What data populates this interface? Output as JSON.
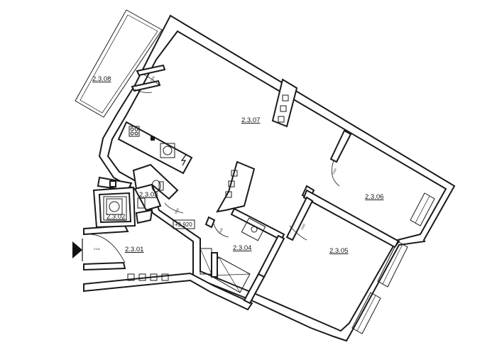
{
  "rooms": [
    {
      "id": "balcony",
      "label": "2.3.08"
    },
    {
      "id": "living",
      "label": "2.3.07"
    },
    {
      "id": "bedroom-1",
      "label": "2.3.06"
    },
    {
      "id": "bedroom-2",
      "label": "2.3.05"
    },
    {
      "id": "bathroom",
      "label": "2.3.04"
    },
    {
      "id": "wc",
      "label": "2.3.03"
    },
    {
      "id": "utility",
      "label": "2.3.02"
    },
    {
      "id": "hall",
      "label": "2.3.01"
    }
  ],
  "level_mark": "+3.920",
  "colors": {
    "line": "#1a1a1a",
    "background": "#ffffff"
  },
  "icons": [
    "electric-panel-icon",
    "entrance-arrow-icon",
    "stove-icon",
    "sink-icon",
    "toilet-icon",
    "shower-icon",
    "washing-machine-icon"
  ]
}
